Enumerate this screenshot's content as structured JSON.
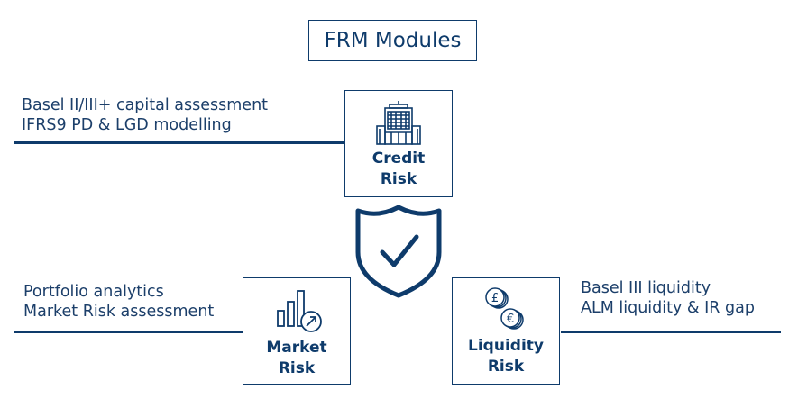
{
  "title": "FRM Modules",
  "colors": {
    "primary": "#0e3b6b"
  },
  "modules": [
    {
      "id": "credit",
      "label_line1": "Credit",
      "label_line2": "Risk",
      "icon": "building-icon",
      "description": [
        "Basel II/III+ capital assessment",
        "IFRS9 PD & LGD modelling"
      ]
    },
    {
      "id": "market",
      "label_line1": "Market",
      "label_line2": "Risk",
      "icon": "bar-chart-growth-icon",
      "description": [
        "Portfolio analytics",
        "Market Risk assessment"
      ]
    },
    {
      "id": "liquidity",
      "label_line1": "Liquidity",
      "label_line2": "Risk",
      "icon": "coins-pound-euro-icon",
      "description": [
        "Basel III liquidity",
        "ALM liquidity & IR gap"
      ]
    }
  ],
  "center_icon": "shield-check-icon"
}
